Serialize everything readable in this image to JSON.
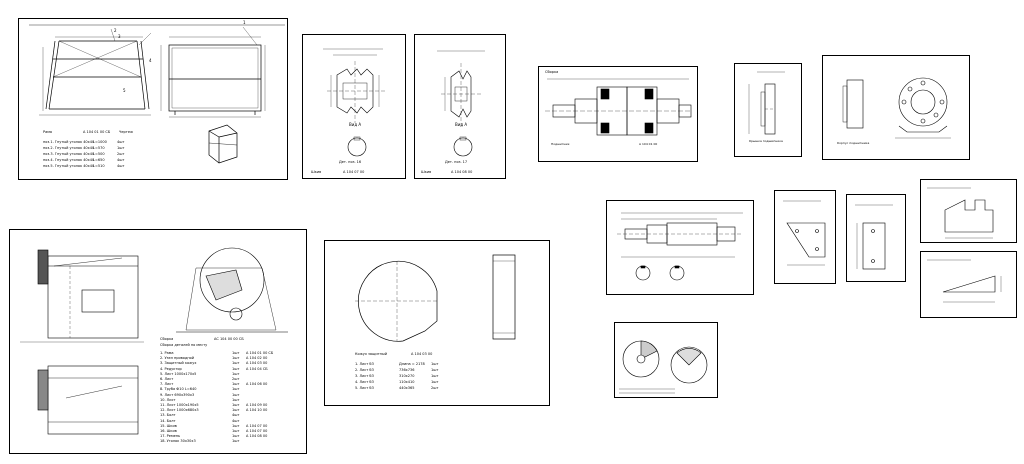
{
  "sheet1": {
    "callouts": [
      "1",
      "2",
      "3",
      "4",
      "5"
    ],
    "spec": {
      "title": "Рама",
      "code": "А 104 01 00 СБ",
      "note": "Чертеж",
      "rows": [
        {
          "name": "поз.1. Гнутый уголок 40х40",
          "len": "L=1000",
          "qty": "4шт"
        },
        {
          "name": "поз.2. Гнутый уголок 40х40",
          "len": "L=570",
          "qty": "1шт"
        },
        {
          "name": "поз.3. Гнутый уголок 40х40",
          "len": "L=500",
          "qty": "2шт"
        },
        {
          "name": "поз.4. Гнутый уголок 40х40",
          "len": "L=650",
          "qty": "4шт"
        },
        {
          "name": "поз.5. Гнутый уголок 40х40",
          "len": "L=510",
          "qty": "4шт"
        }
      ]
    }
  },
  "sheet2": {
    "view": "Вид А",
    "scale": "Дет. поз. 16",
    "stamp": "Шкив",
    "code": "А 104 07 00"
  },
  "sheet3": {
    "view": "Вид А",
    "scale": "Дет. поз. 17",
    "stamp": "Шкив",
    "code": "А 104 08 00"
  },
  "sheet4": {
    "title": "Сборка",
    "spec": "Подшипник",
    "code": "А 104 01 00"
  },
  "sheet5": {
    "title": "Крышка подшипника"
  },
  "sheet6": {
    "title": "Корпус подшипника"
  },
  "sheet7": {
    "spec_title": "Сборка",
    "spec_sub": "Сборка деталей по месту",
    "spec_code": "АС 104 00 00 СБ",
    "rows": [
      {
        "n": "1. Рама",
        "q": "1шт",
        "c": "А 104 01 00 СБ"
      },
      {
        "n": "2. Узел приводной",
        "q": "1шт",
        "c": "А 104 02 00"
      },
      {
        "n": "3. Защитный кожух",
        "q": "1шт",
        "c": "А 104 03 00"
      },
      {
        "n": "4. Редуктор",
        "q": "1шт",
        "c": "А 104 04 СБ"
      },
      {
        "n": "5. Лист 1000х170х5",
        "q": "1шт",
        "c": ""
      },
      {
        "n": "6. Лист",
        "q": "2шт",
        "c": ""
      },
      {
        "n": "7. Лист",
        "q": "1шт",
        "c": "А 104 06 00"
      },
      {
        "n": "8. Труба Ф10   L=640",
        "q": "1шт",
        "c": ""
      },
      {
        "n": "9. Лист 690х390х3",
        "q": "1шт",
        "c": ""
      },
      {
        "n": "10. Лист",
        "q": "1шт",
        "c": ""
      },
      {
        "n": "11. Лист 1000х190х5",
        "q": "1шт",
        "c": "А 104 09 00"
      },
      {
        "n": "12. Лист 1000х680х3",
        "q": "1шт",
        "c": "А 104 10 00"
      },
      {
        "n": "13. Болт",
        "q": "4шт",
        "c": ""
      },
      {
        "n": "14. Болт",
        "q": "4шт",
        "c": ""
      },
      {
        "n": "15. Шкив",
        "q": "1шт",
        "c": "А 104 07 00"
      },
      {
        "n": "16. Шкив",
        "q": "1шт",
        "c": "А 104 07 00"
      },
      {
        "n": "17. Ремень",
        "q": "1шт",
        "c": "А 104 08 00"
      },
      {
        "n": "18. Уголок 30х30х3",
        "q": "1шт",
        "c": ""
      }
    ]
  },
  "sheet8": {
    "spec_title": "Кожух защитный",
    "spec_code": "А 104 03 00",
    "rows": [
      {
        "n": "1. Лист б3",
        "d": "Длина = 2178",
        "q": "1шт"
      },
      {
        "n": "2. Лист б3",
        "d": "736х736",
        "q": "1шт"
      },
      {
        "n": "3. Лист б3",
        "d": "310х270",
        "q": "1шт"
      },
      {
        "n": "4. Лист б3",
        "d": "110х410",
        "q": "1шт"
      },
      {
        "n": "5. Лист б3",
        "d": "440х365",
        "q": "2шт"
      }
    ]
  }
}
